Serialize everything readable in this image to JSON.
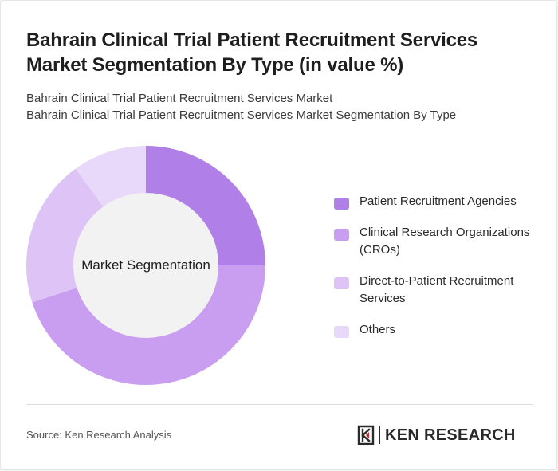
{
  "title": "Bahrain Clinical Trial Patient Recruitment Services Market Segmentation By Type (in value %)",
  "subtitle_line1": "Bahrain Clinical Trial Patient Recruitment Services Market",
  "subtitle_line2": "Bahrain Clinical Trial Patient Recruitment Services Market Segmentation By Type",
  "source": "Source: Ken Research Analysis",
  "logo": {
    "text": "KEN RESEARCH",
    "icon": "ken-research-k-logo-icon"
  },
  "chart_data": {
    "type": "donut",
    "center_label": "Market Segmentation",
    "categories": [
      "Patient Recruitment Agencies",
      "Clinical Research Organizations (CROs)",
      "Direct-to-Patient Recruitment Services",
      "Others"
    ],
    "values": [
      25,
      45,
      20,
      10
    ],
    "colors": [
      "#b07fe8",
      "#c99ef0",
      "#ddc3f6",
      "#e8d8f9"
    ],
    "legend_position": "right"
  },
  "colors": {
    "background": "#ffffff",
    "donut_hole": "#f2f2f2",
    "title_text": "#1e1e1e"
  }
}
